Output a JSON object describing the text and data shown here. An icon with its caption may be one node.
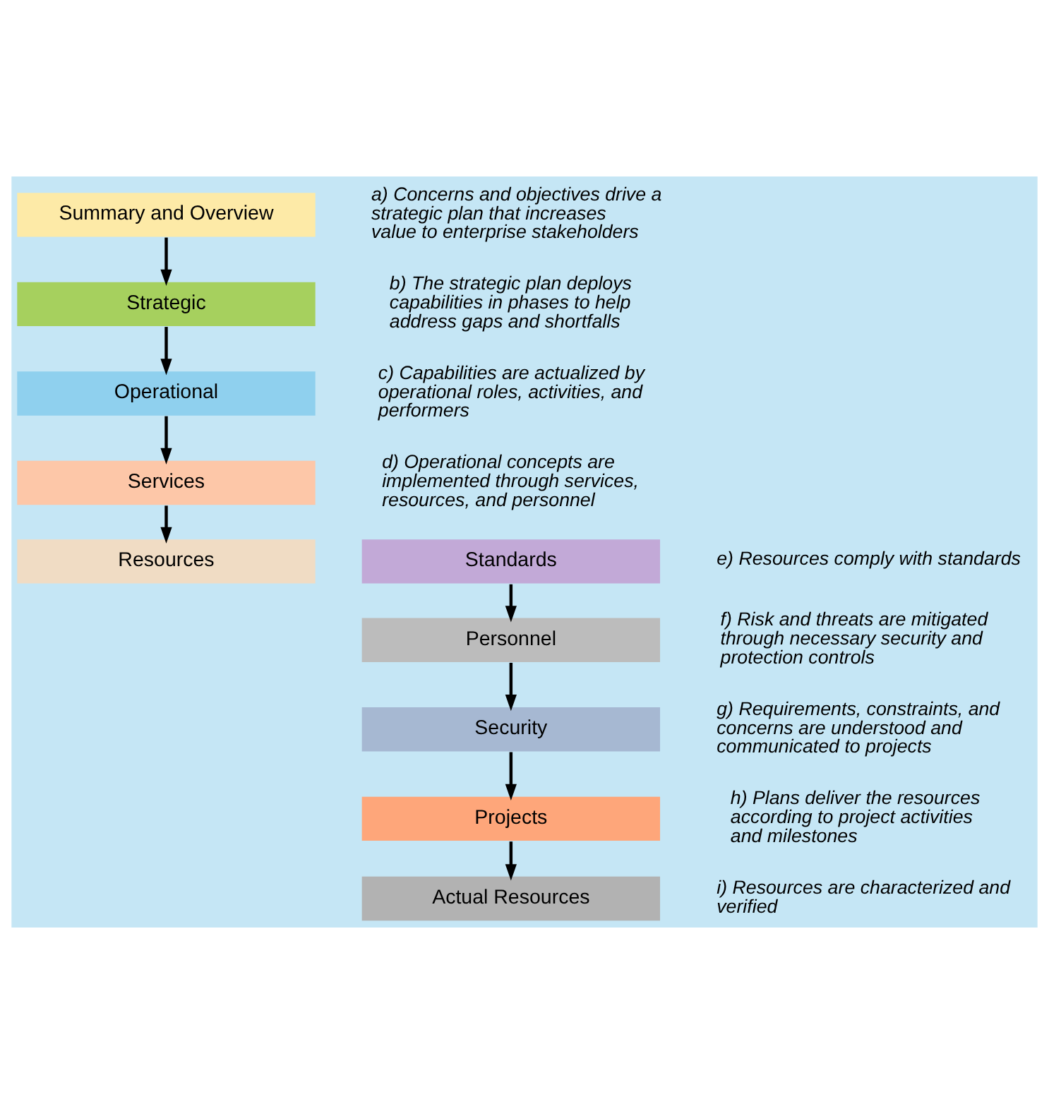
{
  "diagram": {
    "nodes": [
      {
        "text": [
          "Summary and Overview"
        ]
      },
      {
        "text": [
          "Strategic"
        ]
      },
      {
        "text": [
          "Operational"
        ]
      },
      {
        "text": [
          "Services"
        ]
      },
      {
        "text": [
          "Resources"
        ]
      },
      {
        "text": [
          "Standards"
        ]
      },
      {
        "text": [
          "Personnel"
        ]
      },
      {
        "text": [
          "Security"
        ]
      },
      {
        "text": [
          "Projects"
        ]
      },
      {
        "text": [
          "Actual Resources"
        ]
      }
    ],
    "edges": [
      {
        "from": 0,
        "to": 1,
        "arrow": "to"
      },
      {
        "from": 1,
        "to": 2,
        "arrow": "to"
      },
      {
        "from": 2,
        "to": 3,
        "arrow": "to"
      },
      {
        "from": 3,
        "to": 4,
        "arrow": "to"
      },
      {
        "from": 5,
        "to": 6,
        "arrow": "to"
      },
      {
        "from": 6,
        "to": 7,
        "arrow": "to"
      },
      {
        "from": 7,
        "to": 8,
        "arrow": "to"
      },
      {
        "from": 8,
        "to": 9,
        "arrow": "to"
      }
    ],
    "labels": [
      "a) Concerns and objectives drive a strategic plan that increases value to enterprise stakeholders",
      "b) The strategic plan deploys capabilities in phases to help address gaps and shortfalls",
      "c) Capabilities are actualized by operational roles, activities, and performers",
      "d) Operational concepts are implemented through services, resources, and personnel",
      "e) Resources comply with standards",
      "f) Risk and threats are mitigated through necessary security and protection controls",
      "g) Requirements, constraints, and concerns are understood and communicated to projects",
      "h) Plans deliver the resources according to project activities and milestones",
      "i) Resources are characterized and verified"
    ]
  }
}
